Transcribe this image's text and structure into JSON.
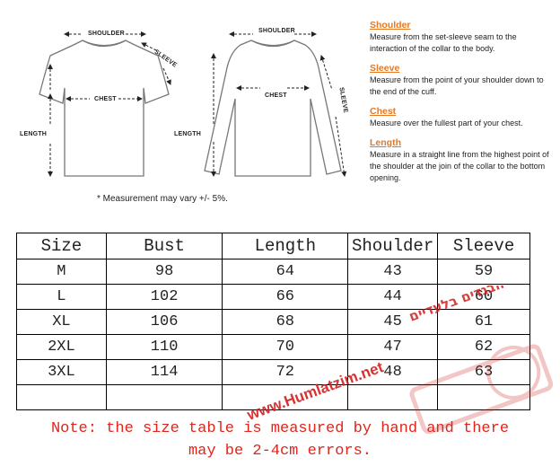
{
  "diagram": {
    "tee": {
      "shoulder": "SHOULDER",
      "sleeve": "SLEEVE",
      "chest": "CHEST",
      "length": "LENGTH"
    },
    "longsleeve": {
      "shoulder": "SHOULDER",
      "sleeve": "SLEEVE",
      "chest": "CHEST",
      "length": "LENGTH"
    },
    "note": "* Measurement may vary +/- 5%."
  },
  "definitions": [
    {
      "term": "Shoulder",
      "text": "Measure from the set-sleeve seam to the interaction of the collar to the body."
    },
    {
      "term": "Sleeve",
      "text": "Measure from the point of your shoulder down to the end of the cuff."
    },
    {
      "term": "Chest",
      "text": "Measure over the fullest part of your chest."
    },
    {
      "term": "Length",
      "text": "Measure in a straight line from the highest point of the shoulder at the join of the collar to the bottom opening."
    }
  ],
  "size_table": {
    "headers": [
      "Size",
      "Bust",
      "Length",
      "Shoulder",
      "Sleeve"
    ],
    "rows": [
      [
        "M",
        "98",
        "64",
        "43",
        "59"
      ],
      [
        "L",
        "102",
        "66",
        "44",
        "60"
      ],
      [
        "XL",
        "106",
        "68",
        "45",
        "61"
      ],
      [
        "2XL",
        "110",
        "70",
        "47",
        "62"
      ],
      [
        "3XL",
        "114",
        "72",
        "48",
        "63"
      ],
      [
        "",
        "",
        "",
        "",
        ""
      ]
    ]
  },
  "footnote": {
    "line1": "Note: the size table is measured by hand and there",
    "line2": "may be 2-4cm errors."
  },
  "watermark": {
    "url": "www.Humlatzim.net",
    "text_hebrew": "לצד הבגדים בלעדיים"
  },
  "colors": {
    "accent_orange": "#e87722",
    "note_red": "#e0251b",
    "watermark_red": "#d21f1f"
  }
}
